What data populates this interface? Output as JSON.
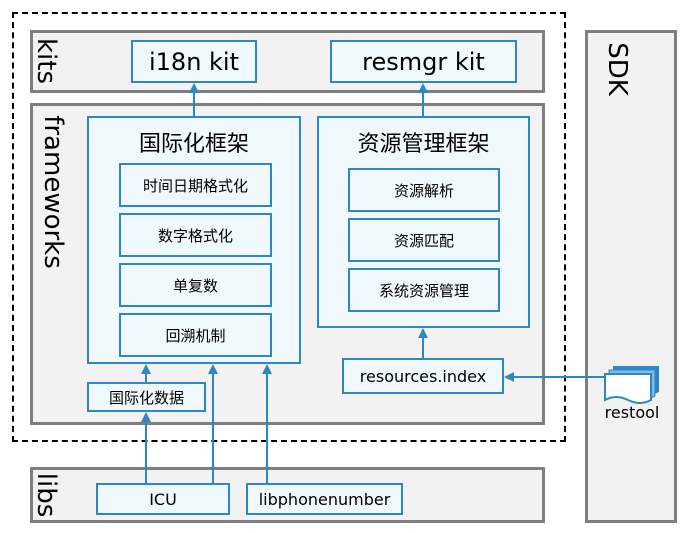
{
  "layers": {
    "kits": "kits",
    "frameworks": "frameworks",
    "libs": "libs",
    "sdk": "SDK"
  },
  "kits": {
    "i18n": "i18n kit",
    "resmgr": "resmgr kit"
  },
  "i18n_framework": {
    "title": "国际化框架",
    "modules": [
      "时间日期格式化",
      "数字格式化",
      "单复数",
      "回溯机制"
    ]
  },
  "resource_framework": {
    "title": "资源管理框架",
    "modules": [
      "资源解析",
      "资源匹配",
      "系统资源管理"
    ]
  },
  "i18n_data": "国际化数据",
  "resources_index": "resources.index",
  "libs": {
    "icu": "ICU",
    "libphonenumber": "libphonenumber"
  },
  "restool": "restool",
  "colors": {
    "accent": "#2f86c4",
    "box_fill": "#eff8fc",
    "layer_fill": "#f2f2f2",
    "layer_border": "#7f7f7f"
  }
}
